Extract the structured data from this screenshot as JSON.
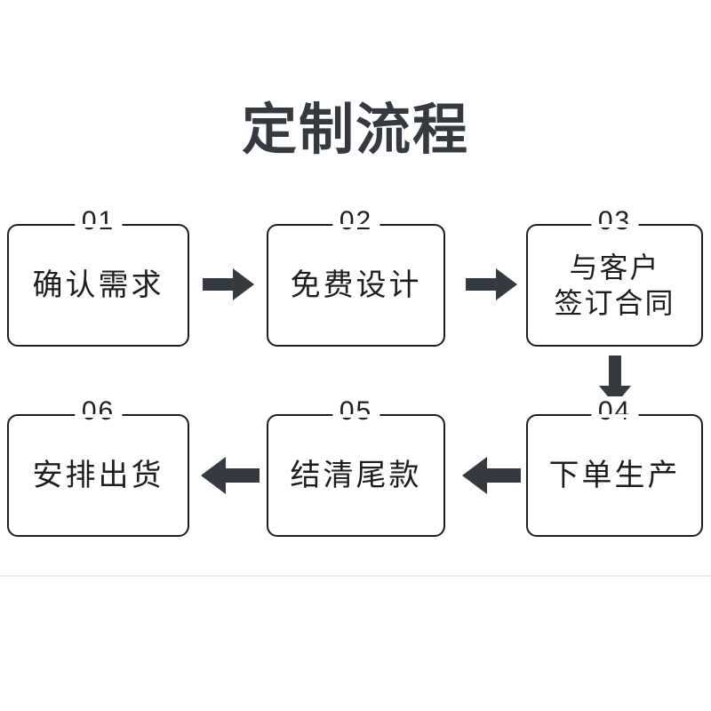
{
  "page": {
    "title": "定制流程",
    "background_color": "#ffffff",
    "ink_color": "#1d1d1f",
    "title_color": "#343a40",
    "divider_color": "#ececec"
  },
  "flow": {
    "steps": [
      {
        "number": "01",
        "label": "确认需求"
      },
      {
        "number": "02",
        "label": "免费设计"
      },
      {
        "number": "03",
        "label": "与客户\n签订合同"
      },
      {
        "number": "04",
        "label": "下单生产"
      },
      {
        "number": "05",
        "label": "结清尾款"
      },
      {
        "number": "06",
        "label": "安排出货"
      }
    ],
    "connectors": [
      {
        "from": "01",
        "to": "02",
        "direction": "right"
      },
      {
        "from": "02",
        "to": "03",
        "direction": "right"
      },
      {
        "from": "03",
        "to": "04",
        "direction": "down"
      },
      {
        "from": "04",
        "to": "05",
        "direction": "left"
      },
      {
        "from": "05",
        "to": "06",
        "direction": "left"
      }
    ]
  }
}
